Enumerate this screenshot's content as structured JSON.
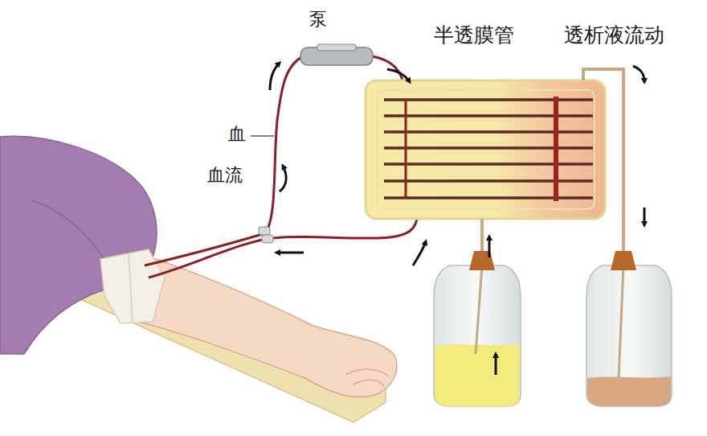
{
  "diagram": {
    "labels": [
      "泵",
      "半透膜管",
      "透析液流动",
      "血",
      "血流"
    ]
  }
}
